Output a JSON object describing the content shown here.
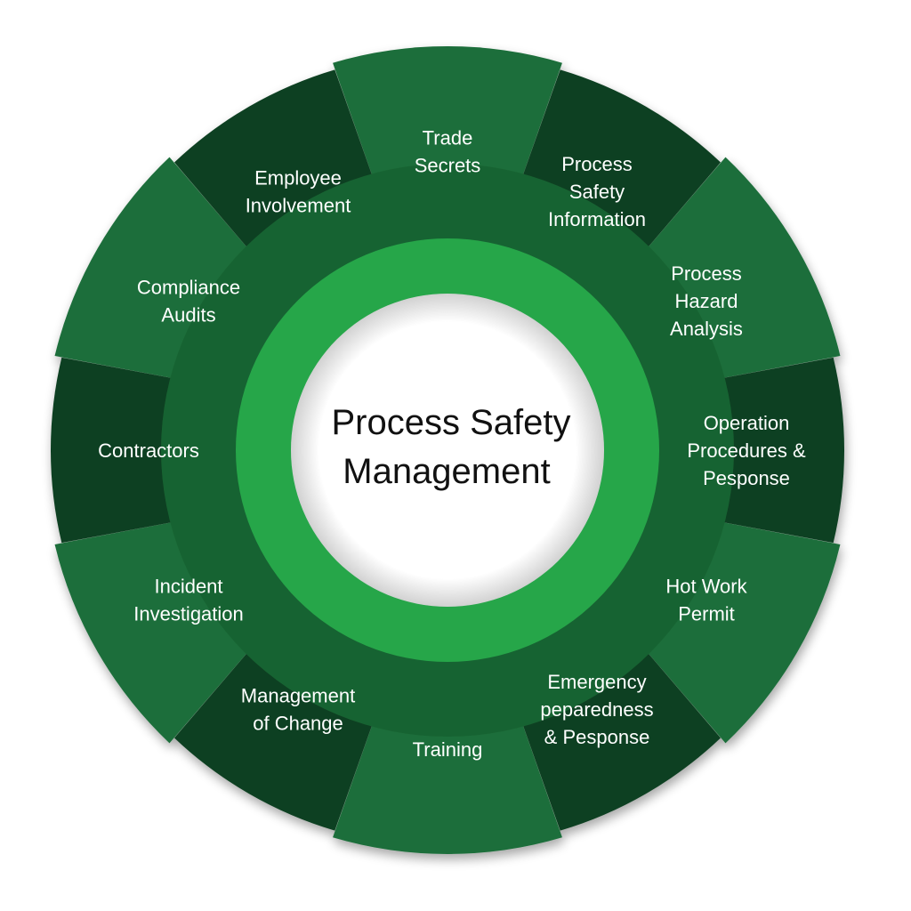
{
  "center": {
    "title_line1": "Process Safety",
    "title_line2": "Management"
  },
  "colors": {
    "segment_light": "#1d6e3a",
    "segment_dark": "#0f3f21",
    "ring_body": "#196432",
    "inner_ring": "#27a64a",
    "center_fill": "#ffffff"
  },
  "segments": [
    {
      "tone": "light",
      "lines": [
        "Trade",
        "Secrets"
      ]
    },
    {
      "tone": "dark",
      "lines": [
        "Process",
        "Safety",
        "Information"
      ]
    },
    {
      "tone": "light",
      "lines": [
        "Process",
        "Hazard",
        "Analysis"
      ]
    },
    {
      "tone": "dark",
      "lines": [
        "Operation",
        "Procedures &",
        "Pesponse"
      ]
    },
    {
      "tone": "light",
      "lines": [
        "Hot Work",
        "Permit"
      ]
    },
    {
      "tone": "dark",
      "lines": [
        "Emergency",
        "peparedness",
        "& Pesponse"
      ]
    },
    {
      "tone": "light",
      "lines": [
        "Training"
      ]
    },
    {
      "tone": "dark",
      "lines": [
        "Management",
        "of Change"
      ]
    },
    {
      "tone": "light",
      "lines": [
        "Incident",
        "Investigation"
      ]
    },
    {
      "tone": "dark",
      "lines": [
        "Contractors"
      ]
    },
    {
      "tone": "light",
      "lines": [
        "Compliance",
        "Audits"
      ]
    },
    {
      "tone": "dark",
      "lines": [
        "Employee",
        "Involvement"
      ]
    }
  ]
}
